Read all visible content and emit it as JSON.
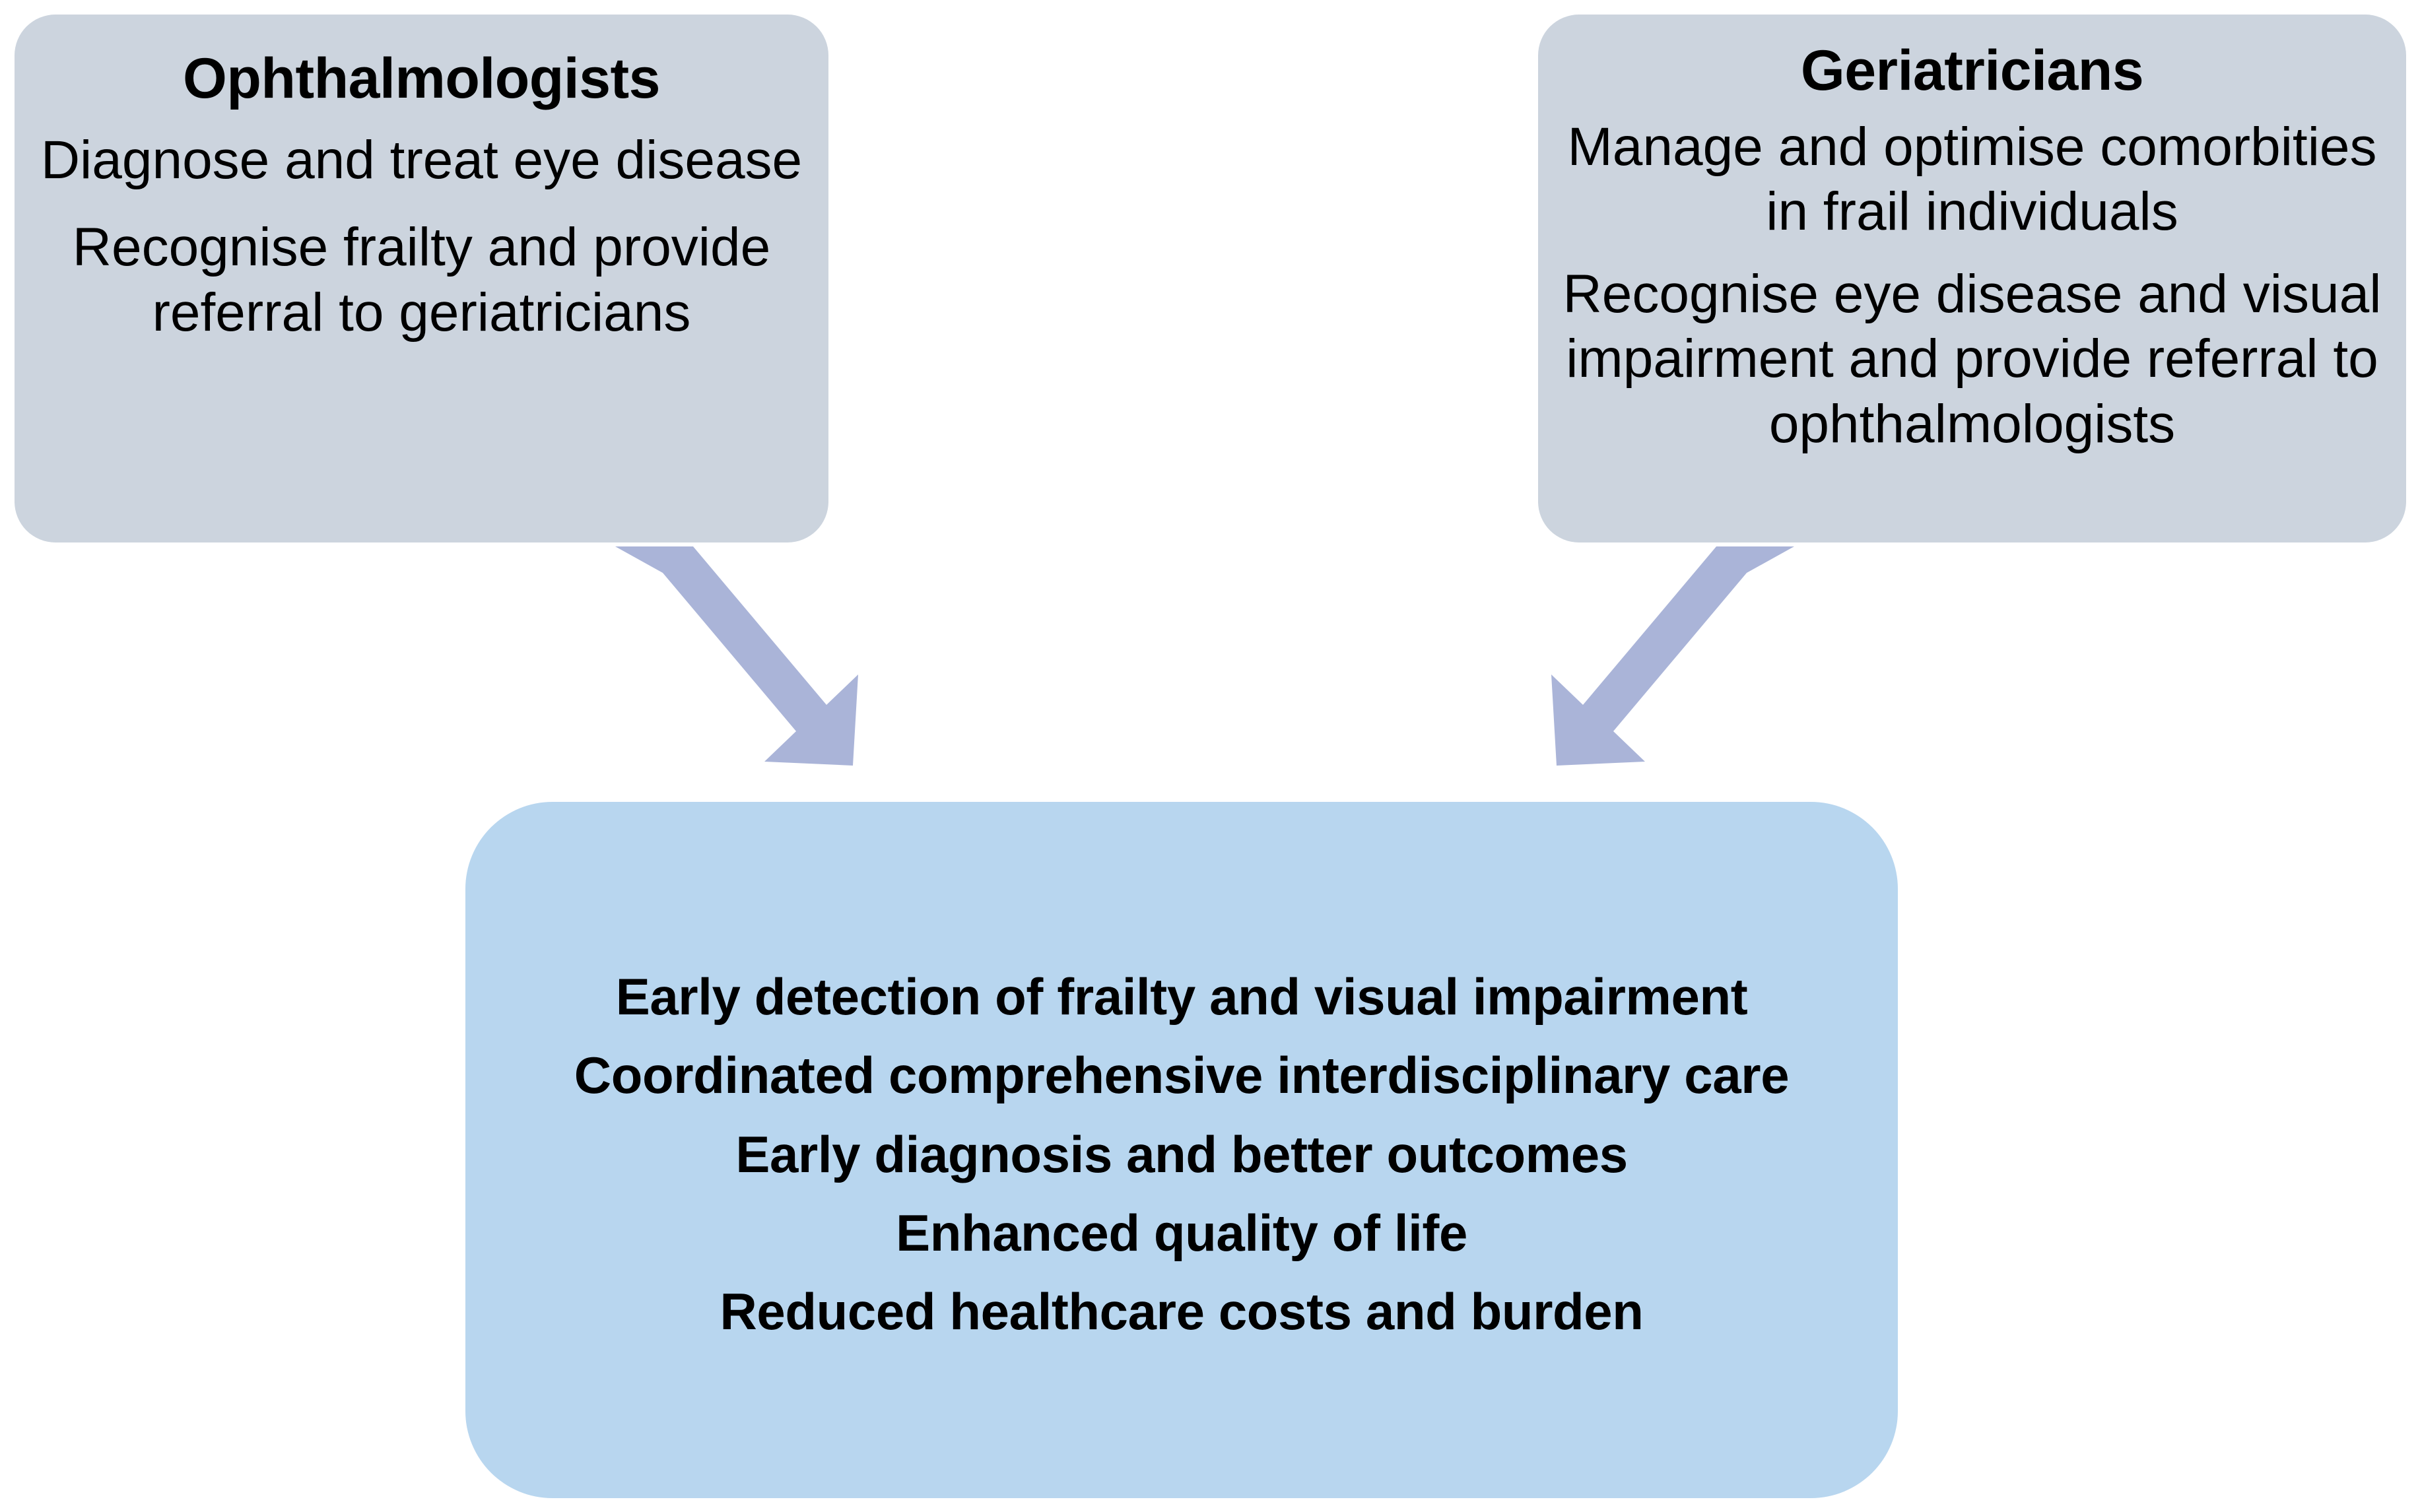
{
  "diagram": {
    "type": "flow",
    "background_color": "#ffffff",
    "palette": {
      "role_box_fill": "#ccd4de",
      "outcome_box_fill": "#b8d6ef",
      "arrow_fill": "#aab4d8",
      "text_color": "#000000"
    },
    "nodes": {
      "ophthalmologists": {
        "title": "Ophthalmologists",
        "paragraphs": [
          "Diagnose and treat eye disease",
          "Recognise frailty and provide referral to geriatricians"
        ]
      },
      "geriatricians": {
        "title": "Geriatricians",
        "paragraphs": [
          "Manage and optimise comorbities in frail individuals",
          "Recognise eye disease and visual impairment and provide referral to ophthalmologists"
        ]
      },
      "outcomes": {
        "lines": [
          "Early detection of frailty and visual impairment",
          "Coordinated comprehensive interdisciplinary care",
          "Early diagnosis and better outcomes",
          "Enhanced quality of life",
          "Reduced healthcare costs and burden"
        ]
      }
    },
    "edges": [
      {
        "name": "ophthalmologists-to-outcomes",
        "from": "ophthalmologists",
        "to": "outcomes",
        "direction": "down-right",
        "style": "block-arrow"
      },
      {
        "name": "geriatricians-to-outcomes",
        "from": "geriatricians",
        "to": "outcomes",
        "direction": "down-left",
        "style": "block-arrow"
      }
    ]
  }
}
